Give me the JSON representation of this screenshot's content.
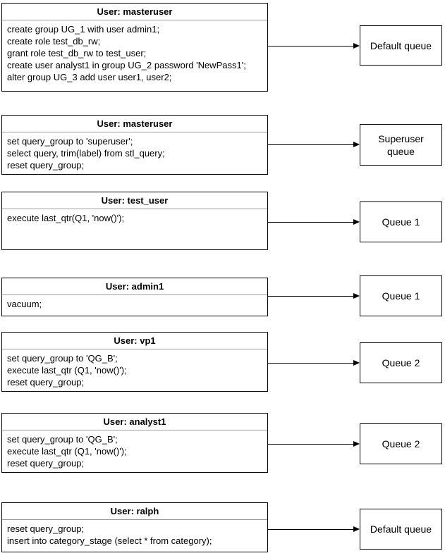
{
  "sections": [
    {
      "user_title": "User: masteruser",
      "statements": [
        "create group UG_1 with user admin1;",
        "create role test_db_rw;",
        "grant role test_db_rw to test_user;",
        "create user analyst1 in group UG_2 password 'NewPass1';",
        "alter group UG_3 add user user1, user2;"
      ],
      "queue": "Default queue"
    },
    {
      "user_title": "User: masteruser",
      "statements": [
        "set query_group to 'superuser';",
        "select query, trim(label) from stl_query;",
        "reset query_group;"
      ],
      "queue": "Superuser\nqueue"
    },
    {
      "user_title": "User: test_user",
      "statements": [
        "execute last_qtr(Q1, 'now()');"
      ],
      "queue": "Queue 1"
    },
    {
      "user_title": "User: admin1",
      "statements": [
        "vacuum;"
      ],
      "queue": "Queue 1"
    },
    {
      "user_title": "User: vp1",
      "statements": [
        "set query_group to 'QG_B';",
        "execute last_qtr (Q1, 'now()');",
        "reset query_group;"
      ],
      "queue": "Queue 2"
    },
    {
      "user_title": "User: analyst1",
      "statements": [
        "set query_group to 'QG_B';",
        "execute last_qtr (Q1, 'now()');",
        "reset query_group;"
      ],
      "queue": "Queue 2"
    },
    {
      "user_title": "User: ralph",
      "statements": [
        "reset query_group;",
        "insert into category_stage (select * from category);"
      ],
      "queue": "Default queue"
    }
  ],
  "colors": {
    "border": "#000000",
    "divider": "#9a9a9a",
    "background": "#ffffff",
    "text": "#000000"
  }
}
